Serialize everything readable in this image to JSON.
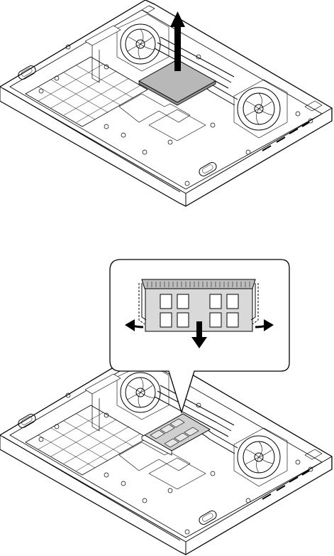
{
  "figure": {
    "steps": [
      {
        "name": "remove-cover-step",
        "arrow_direction": "up"
      },
      {
        "name": "remove-memory-step",
        "arrow_directions": [
          "left",
          "down",
          "right"
        ]
      }
    ],
    "colors": {
      "line": "#000000",
      "cover_fill": "#b8b8b8",
      "memory_fill": "#cfcfcf",
      "chip_fill": "#e6e6e6",
      "background": "#ffffff"
    }
  }
}
